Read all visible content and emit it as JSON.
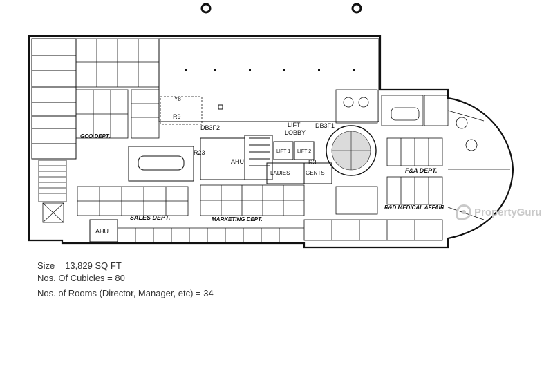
{
  "plan": {
    "labels": {
      "y8": "Y8",
      "r9": "R9",
      "db3f2": "DB3F2",
      "db3f1": "DB3F1",
      "lift_lobby_1": "LIFT",
      "lift_lobby_2": "LOBBY",
      "lift1": "LIFT 1",
      "lift2": "LIFT 2",
      "r23": "R23",
      "r3": "R3",
      "ahu_main": "AHU",
      "ahu_left": "AHU",
      "ladies": "LADIES",
      "gents": "GENTS",
      "gco_dept": "GCO DEPT.",
      "sales_dept": "SALES DEPT.",
      "marketing_dept": "MARKETING DEPT.",
      "fa_dept": "F&A DEPT.",
      "rd_medical": "R&D MEDICAL AFFAIR"
    }
  },
  "stats": {
    "size": "Size = 13,829 SQ FT",
    "cubicles": "Nos. Of Cubicles = 80",
    "rooms": "Nos. of Rooms (Director, Manager, etc) = 34"
  },
  "watermark": {
    "icon": "propertyguru-logo-icon",
    "text": "PropertyGuru"
  }
}
